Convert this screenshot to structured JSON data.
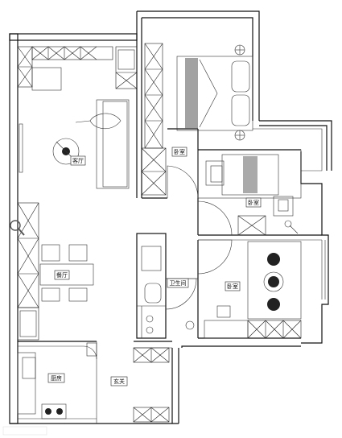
{
  "rooms": {
    "living_room": "客厅",
    "dining_room": "餐厅",
    "master_bedroom": "卧室",
    "second_bedroom": "卧室",
    "third_bedroom": "卧室",
    "bathroom": "卫生间",
    "kitchen": "厨房",
    "entrance": "玄关"
  },
  "icons": {
    "zoom": "magnifier-icon"
  }
}
